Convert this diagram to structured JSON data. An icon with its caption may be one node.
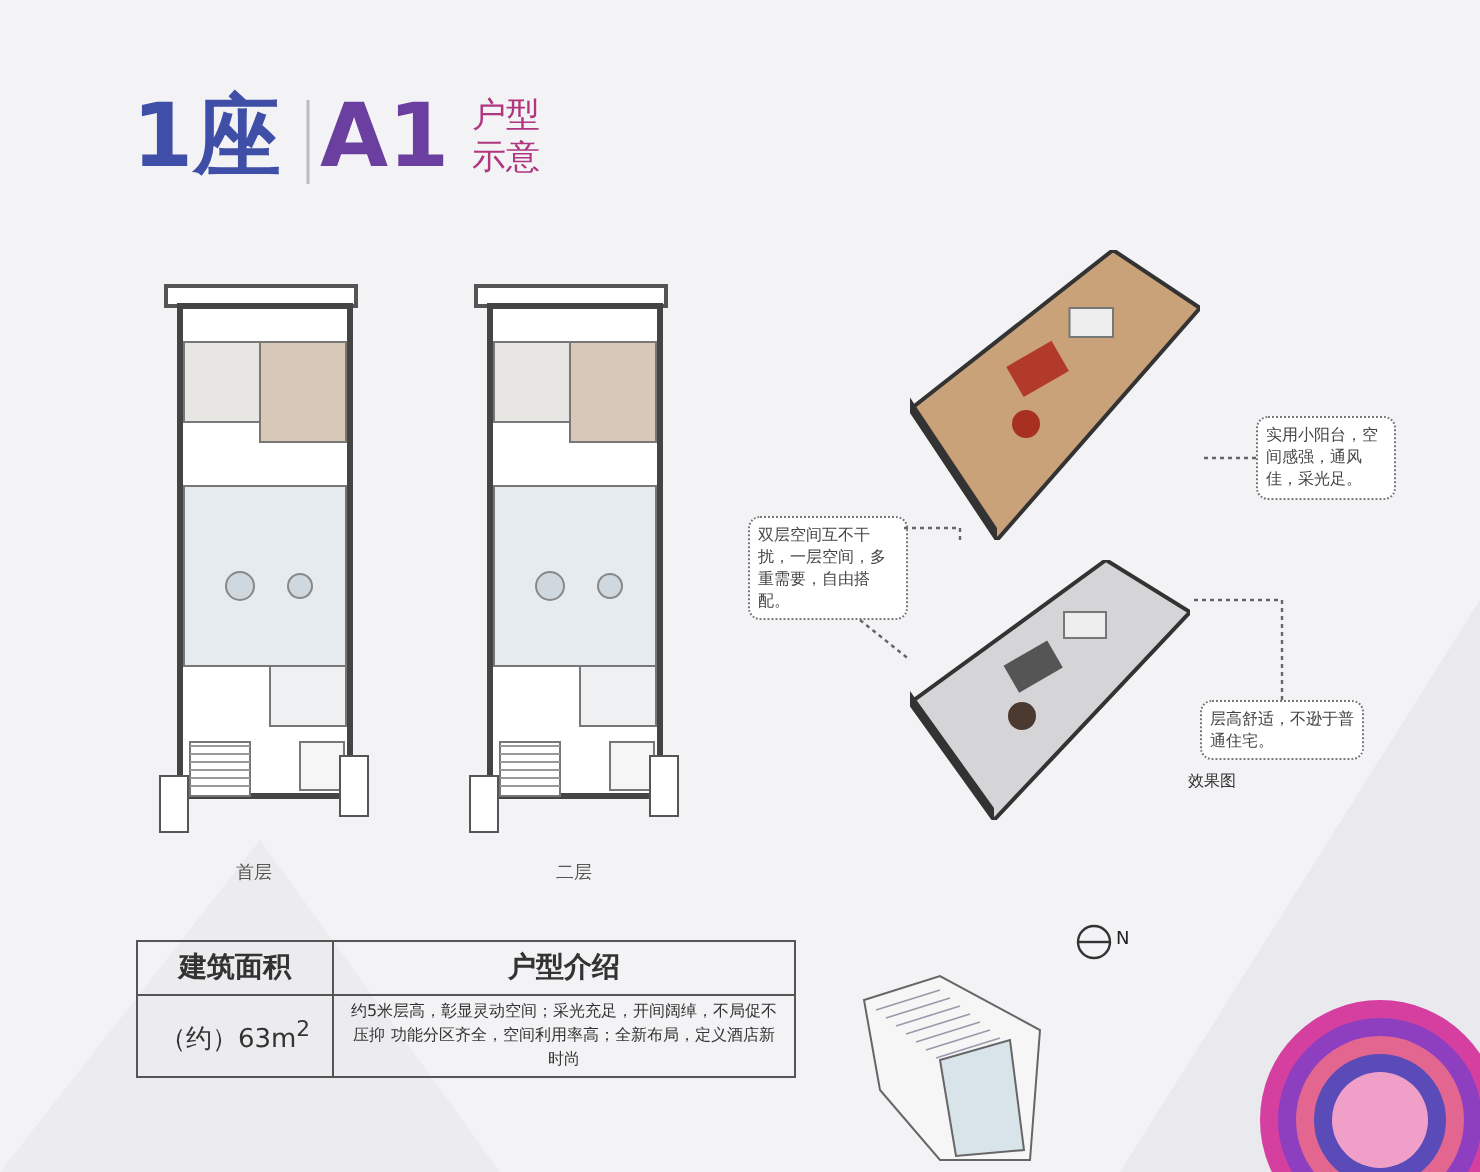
{
  "diagram": {
    "title": "1座",
    "nodes": [
      {
        "text": [],
        "shape": "picture"
      },
      {
        "text": [],
        "shape": "picture"
      },
      {
        "text": [
          "实用小阳台，空间感强，通风佳，采光足。"
        ]
      },
      {
        "text": [
          "双层空间互不干扰，一层空间，多重需要，自由搭配。"
        ]
      },
      {
        "text": [
          "层高舒适，不逊于普通住宅。"
        ]
      }
    ],
    "edges": [
      {
        "from": 2,
        "to": 0,
        "arrow": "none",
        "style": "dashed"
      },
      {
        "from": 3,
        "to": 0,
        "arrow": "none",
        "style": "dashed"
      },
      {
        "from": 3,
        "to": 1,
        "arrow": "none",
        "style": "dashed"
      },
      {
        "from": 4,
        "to": 1,
        "arrow": "none",
        "style": "dashed"
      }
    ],
    "labels": [
      "A1",
      "户型示意",
      "首层",
      "二层",
      "效果图",
      "建筑面积",
      "户型介绍",
      "（约）63m$^{2}$",
      "约5米层高，彰显灵动空间；采光充足，开间阔绰，不局促不压抑 功能分区齐全，空间利用率高；全新布局，定义酒店新时尚",
      "N"
    ]
  }
}
